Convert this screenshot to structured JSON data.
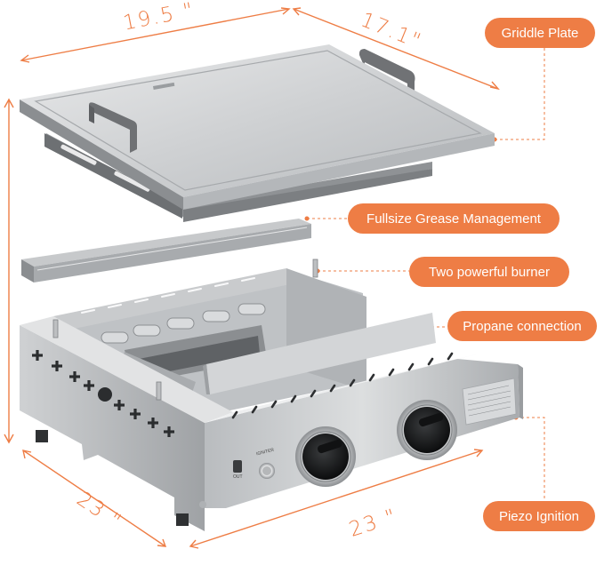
{
  "dimensions": {
    "top_width": "19.5 \"",
    "top_depth": "17.1\"",
    "bottom_depth": "23 \"",
    "bottom_width": "23 \""
  },
  "callouts": {
    "griddle_plate": "Griddle Plate",
    "grease": "Fullsize Grease Management",
    "burner": "Two powerful burner",
    "propane": "Propane connection",
    "piezo": "Piezo Ignition"
  },
  "panel_text": {
    "igniter": "IGNITER",
    "out": "OUT"
  },
  "colors": {
    "accent": "#ee7d45",
    "steel": "#c8cacc",
    "steel_dark": "#8e9194",
    "handle": "#6f7174"
  }
}
